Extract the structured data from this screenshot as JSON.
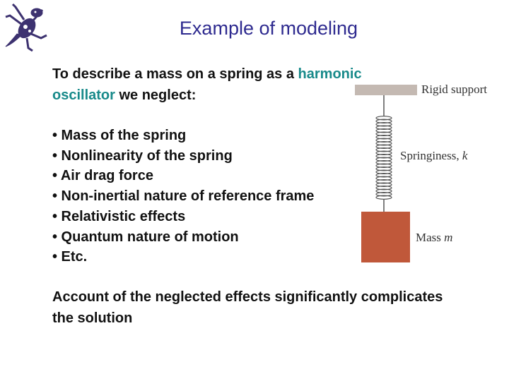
{
  "slide": {
    "title": "Example of modeling",
    "intro": {
      "part1": "To describe a mass on a spring as a ",
      "highlight1": "harmonic",
      "highlight2": "oscillator",
      "part2": " we neglect:"
    },
    "bullets": [
      "• Mass of the spring",
      "• Nonlinearity of the spring",
      "• Air drag force",
      "• Non-inertial nature of reference frame",
      "• Relativistic effects",
      "• Quantum nature of motion",
      "• Etc."
    ],
    "conclusion": "Account of the neglected effects significantly complicates the solution"
  },
  "figure": {
    "support_label": "Rigid support",
    "spring_label": "Springiness, ",
    "spring_symbol": "k",
    "mass_label": "Mass ",
    "mass_symbol": "m",
    "colors": {
      "support": "#c4b9b2",
      "mass": "#c0583a",
      "spring": "#555555",
      "highlight_text": "#188a8a",
      "title": "#2e2a8f"
    }
  },
  "logo": {
    "icon": "lizard-logo-icon"
  }
}
